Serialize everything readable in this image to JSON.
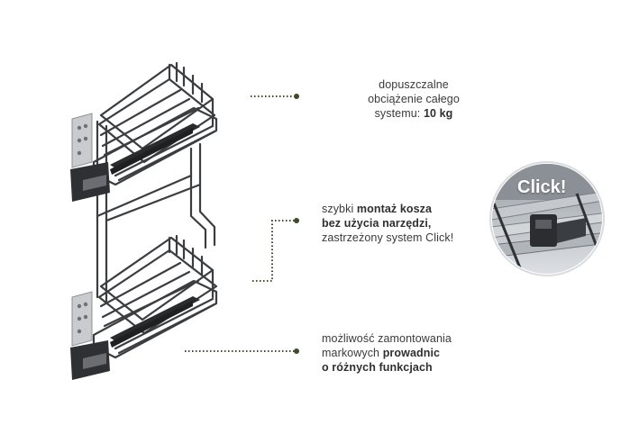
{
  "callouts": {
    "load": {
      "line1": "dopuszczalne",
      "line2": "obciążenie całego",
      "line3_prefix": "systemu: ",
      "line3_bold": "10 kg"
    },
    "mount": {
      "line1_prefix": "szybki ",
      "line1_bold": "montaż kosza",
      "line2_bold": "bez użycia narzędzi,",
      "line3": "zastrzeżony system Click!"
    },
    "rails": {
      "line1": "możliwość zamontowania",
      "line2_prefix": "markowych ",
      "line2_bold": "prowadnic",
      "line3_bold": "o różnych funkcjach"
    }
  },
  "detail_badge": {
    "label": "Click!"
  },
  "colors": {
    "wire": "#3b3d40",
    "wire_dark": "#2a2b2d",
    "leader": "#3f4a2a",
    "metal": "#c9cbce",
    "badge_bg": "#9aa0a6"
  }
}
